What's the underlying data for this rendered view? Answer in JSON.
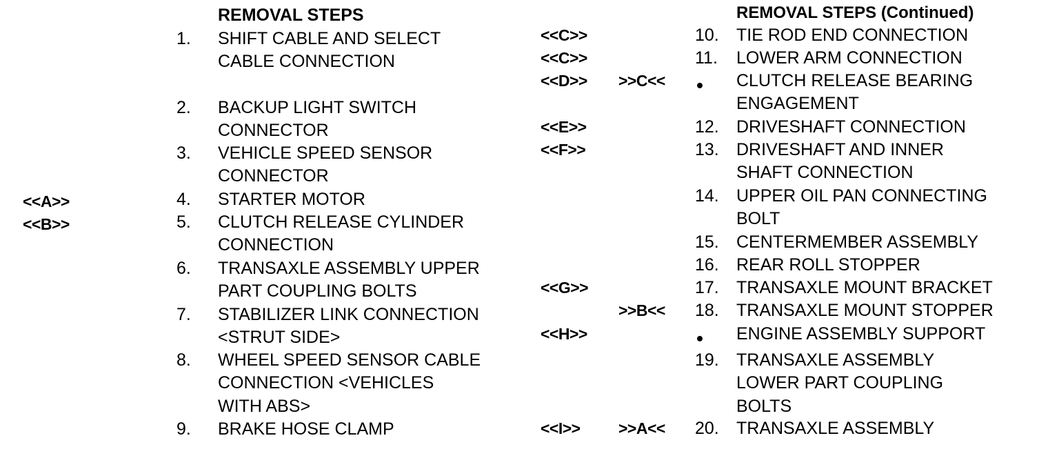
{
  "left_column": {
    "heading": "REMOVAL STEPS",
    "side_marks": [
      {
        "row": 4,
        "text": "<<A>>"
      },
      {
        "row": 5,
        "text": "<<B>>"
      }
    ],
    "steps": [
      {
        "number": "1.",
        "lines": [
          "SHIFT CABLE AND SELECT",
          "CABLE CONNECTION"
        ]
      },
      {
        "number": "2.",
        "lines": [
          "BACKUP LIGHT SWITCH",
          "CONNECTOR"
        ]
      },
      {
        "number": "3.",
        "lines": [
          "VEHICLE SPEED SENSOR",
          "CONNECTOR"
        ]
      },
      {
        "number": "4.",
        "lines": [
          "STARTER MOTOR"
        ]
      },
      {
        "number": "5.",
        "lines": [
          "CLUTCH RELEASE CYLINDER",
          "CONNECTION"
        ]
      },
      {
        "number": "6.",
        "lines": [
          "TRANSAXLE ASSEMBLY UPPER",
          "PART COUPLING BOLTS"
        ]
      },
      {
        "number": "7.",
        "lines": [
          "STABILIZER LINK CONNECTION",
          "<STRUT SIDE>"
        ]
      },
      {
        "number": "8.",
        "lines": [
          "WHEEL SPEED SENSOR CABLE",
          "CONNECTION <VEHICLES",
          "WITH ABS>"
        ]
      },
      {
        "number": "9.",
        "lines": [
          "BRAKE HOSE CLAMP"
        ]
      }
    ]
  },
  "right_column": {
    "heading": "REMOVAL STEPS (Continued)",
    "steps": [
      {
        "removal_mark": "<<C>>",
        "install_mark": "",
        "number": "10.",
        "bullet": false,
        "lines": [
          "TIE ROD END CONNECTION"
        ]
      },
      {
        "removal_mark": "<<C>>",
        "install_mark": "",
        "number": "11.",
        "bullet": false,
        "lines": [
          "LOWER ARM CONNECTION"
        ]
      },
      {
        "removal_mark": "<<D>>",
        "install_mark": ">>C<<",
        "number": "",
        "bullet": true,
        "lines": [
          "CLUTCH RELEASE BEARING",
          "ENGAGEMENT"
        ]
      },
      {
        "removal_mark": "<<E>>",
        "install_mark": "",
        "number": "12.",
        "bullet": false,
        "lines": [
          "DRIVESHAFT CONNECTION"
        ]
      },
      {
        "removal_mark": "<<F>>",
        "install_mark": "",
        "number": "13.",
        "bullet": false,
        "lines": [
          "DRIVESHAFT AND INNER",
          "SHAFT CONNECTION"
        ]
      },
      {
        "removal_mark": "",
        "install_mark": "",
        "number": "14.",
        "bullet": false,
        "lines": [
          "UPPER OIL PAN CONNECTING",
          "BOLT"
        ]
      },
      {
        "removal_mark": "",
        "install_mark": "",
        "number": "15.",
        "bullet": false,
        "lines": [
          "CENTERMEMBER ASSEMBLY"
        ]
      },
      {
        "removal_mark": "",
        "install_mark": "",
        "number": "16.",
        "bullet": false,
        "lines": [
          "REAR ROLL STOPPER"
        ]
      },
      {
        "removal_mark": "<<G>>",
        "install_mark": "",
        "number": "17.",
        "bullet": false,
        "lines": [
          "TRANSAXLE MOUNT BRACKET"
        ]
      },
      {
        "removal_mark": "",
        "install_mark": ">>B<<",
        "number": "18.",
        "bullet": false,
        "lines": [
          "TRANSAXLE MOUNT STOPPER"
        ]
      },
      {
        "removal_mark": "<<H>>",
        "install_mark": "",
        "number": "",
        "bullet": true,
        "lines": [
          "ENGINE ASSEMBLY SUPPORT"
        ]
      },
      {
        "removal_mark": "",
        "install_mark": "",
        "number": "19.",
        "bullet": false,
        "lines": [
          "TRANSAXLE ASSEMBLY",
          "LOWER PART COUPLING",
          "BOLTS"
        ]
      },
      {
        "removal_mark": "<<I>>",
        "install_mark": ">>A<<",
        "number": "20.",
        "bullet": false,
        "lines": [
          "TRANSAXLE ASSEMBLY"
        ]
      }
    ]
  }
}
